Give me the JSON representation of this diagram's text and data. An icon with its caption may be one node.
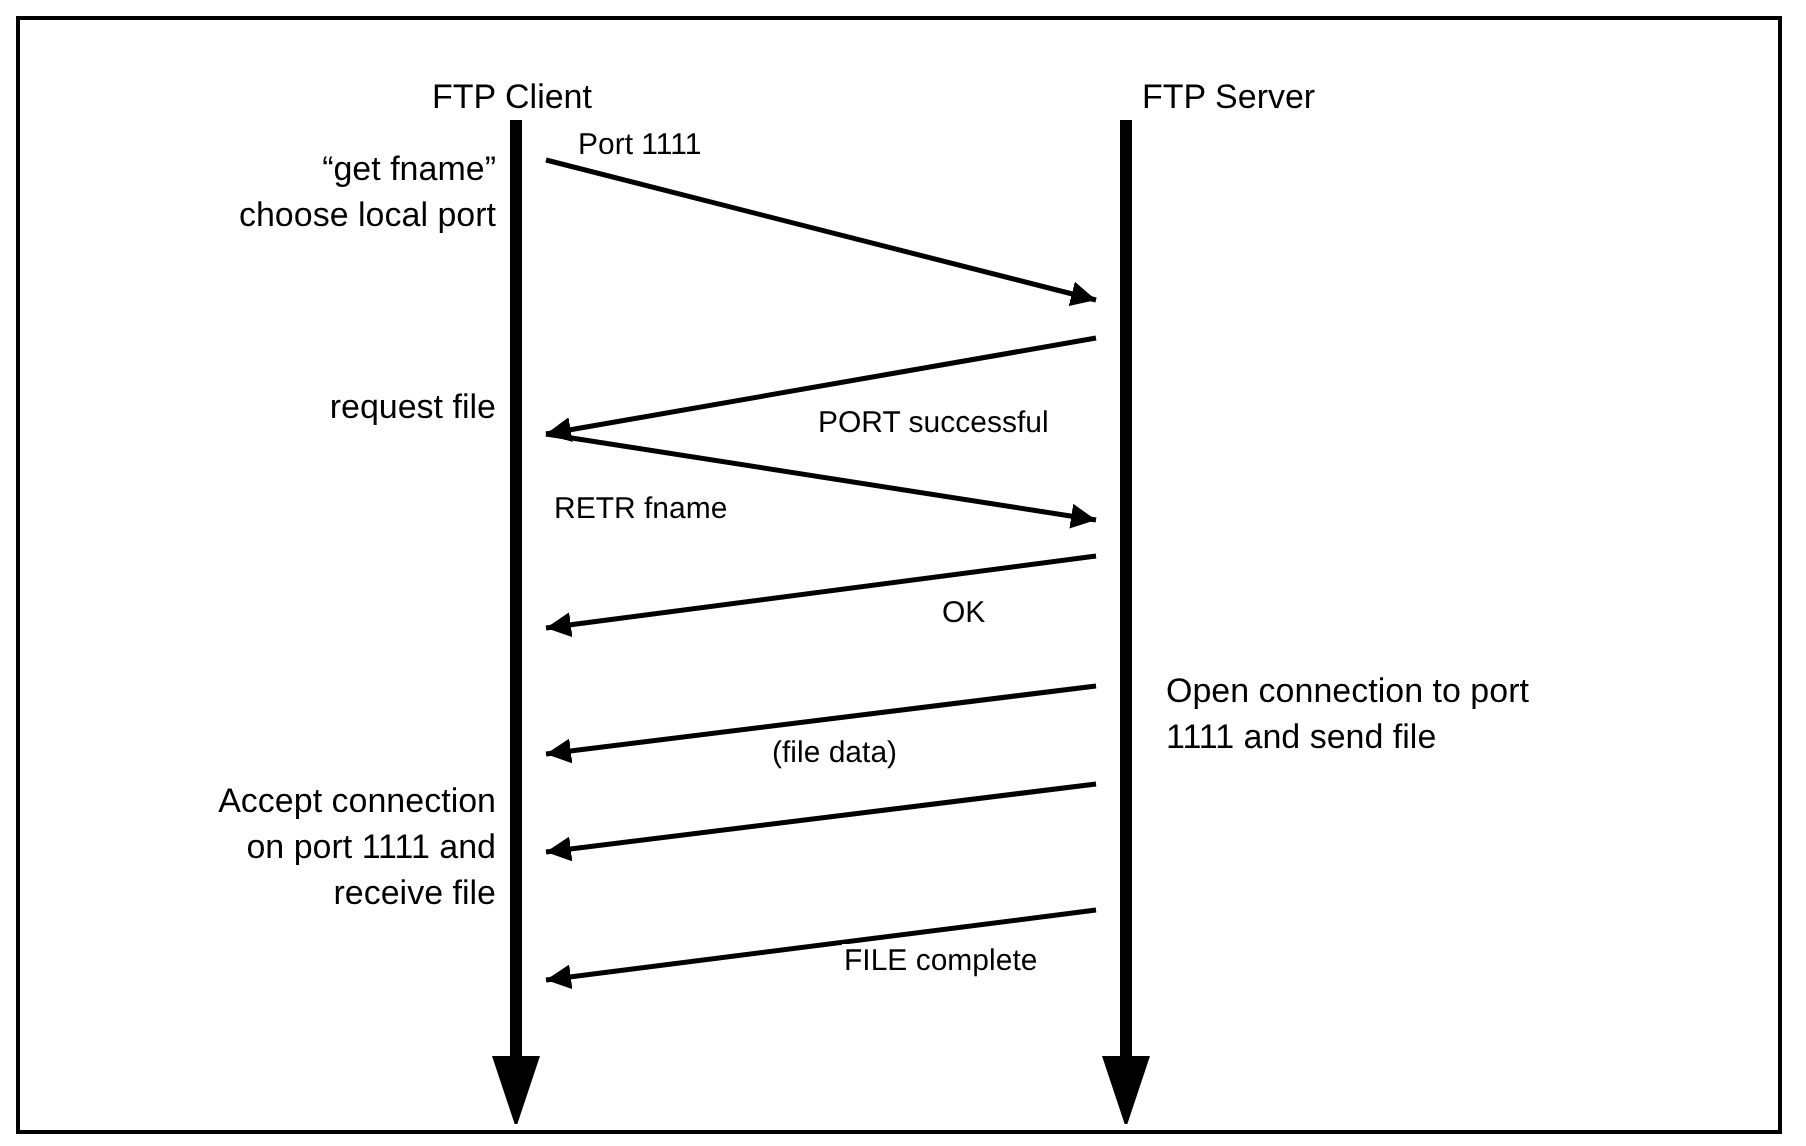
{
  "diagram": {
    "nodes": [
      {
        "text": [
          "FTP Client"
        ]
      },
      {
        "text": [
          "FTP Server"
        ]
      }
    ],
    "edges": [
      {
        "from": 0,
        "to": 1,
        "arrow": "to",
        "label": "Port 1111"
      },
      {
        "from": 1,
        "to": 0,
        "arrow": "to",
        "label": "PORT successful"
      },
      {
        "from": 0,
        "to": 1,
        "arrow": "to",
        "label": "RETR fname"
      },
      {
        "from": 1,
        "to": 0,
        "arrow": "to",
        "label": "OK"
      },
      {
        "from": 1,
        "to": 0,
        "arrow": "to",
        "label": "(file data)"
      },
      {
        "from": 1,
        "to": 0,
        "arrow": "to"
      },
      {
        "from": 1,
        "to": 0,
        "arrow": "to",
        "label": "FILE complete"
      }
    ],
    "labels": [
      "“get fname” choose local port",
      "request file",
      "Open connection to port 1111 and send file",
      "Accept connection on port 1111 and receive file"
    ]
  }
}
